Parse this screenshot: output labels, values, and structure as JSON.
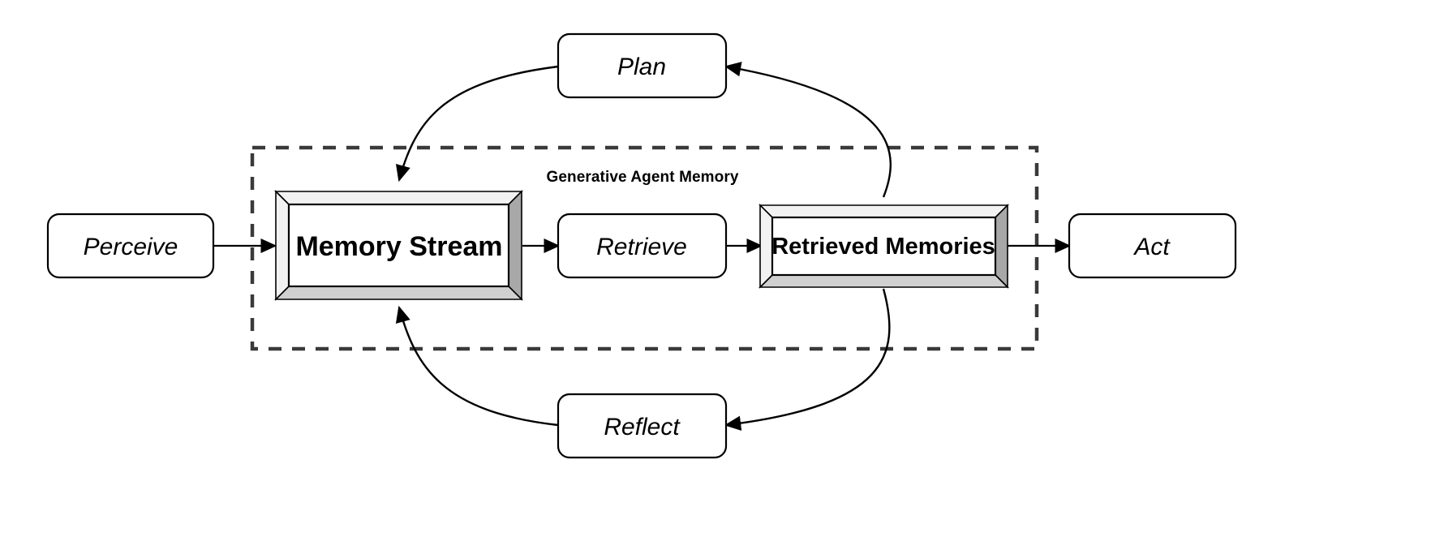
{
  "diagram": {
    "title": "Generative Agent Memory",
    "group_label": "Generative Agent Memory",
    "nodes": {
      "perceive": {
        "label": "Perceive",
        "style": "rounded",
        "text_style": "italic"
      },
      "memory_stream": {
        "label": "Memory Stream",
        "style": "box3d",
        "text_style": "bold"
      },
      "retrieve": {
        "label": "Retrieve",
        "style": "rounded",
        "text_style": "italic"
      },
      "retrieved_memories": {
        "label": "Retrieved Memories",
        "style": "box3d-framed",
        "text_style": "bold"
      },
      "act": {
        "label": "Act",
        "style": "rounded",
        "text_style": "italic"
      },
      "plan": {
        "label": "Plan",
        "style": "rounded",
        "text_style": "italic"
      },
      "reflect": {
        "label": "Reflect",
        "style": "rounded",
        "text_style": "italic"
      }
    },
    "edges": [
      {
        "from": "perceive",
        "to": "memory_stream",
        "kind": "straight-arrow"
      },
      {
        "from": "memory_stream",
        "to": "retrieve",
        "kind": "straight-arrow"
      },
      {
        "from": "retrieve",
        "to": "retrieved_memories",
        "kind": "straight-arrow"
      },
      {
        "from": "retrieved_memories",
        "to": "act",
        "kind": "straight-arrow"
      },
      {
        "from": "retrieved_memories",
        "to": "plan",
        "kind": "curved-arrow"
      },
      {
        "from": "plan",
        "to": "memory_stream",
        "kind": "curved-arrow"
      },
      {
        "from": "retrieved_memories",
        "to": "reflect",
        "kind": "curved-arrow"
      },
      {
        "from": "reflect",
        "to": "memory_stream",
        "kind": "curved-arrow"
      }
    ],
    "colors": {
      "background": "#ffffff",
      "stroke": "#000000",
      "dashed_border": "#3a3a3a",
      "bevel_light": "#f2f2f2",
      "bevel_mid": "#d0d0d0",
      "bevel_dark": "#a8a8a8"
    }
  }
}
